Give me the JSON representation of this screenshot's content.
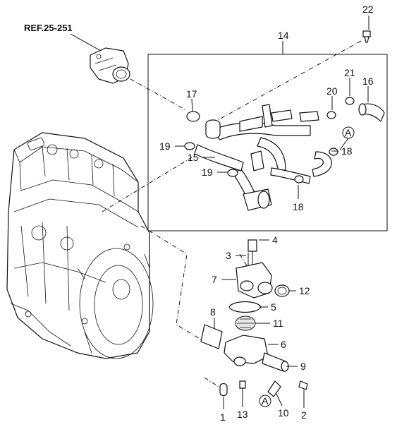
{
  "reference": "REF.25-251",
  "callouts": {
    "c1": "1",
    "c2": "2",
    "c3": "3",
    "c4": "4",
    "c5": "5",
    "c6": "6",
    "c7": "7",
    "c8": "8",
    "c9": "9",
    "c10": "10",
    "c11": "11",
    "c12": "12",
    "c13": "13",
    "c14": "14",
    "c15": "15",
    "c16": "16",
    "c17": "17",
    "c18a": "18",
    "c18b": "18",
    "c19a": "19",
    "c19b": "19",
    "c20": "20",
    "c21": "21",
    "c22": "22"
  },
  "markers": {
    "a_top": "A",
    "a_bottom": "A"
  }
}
